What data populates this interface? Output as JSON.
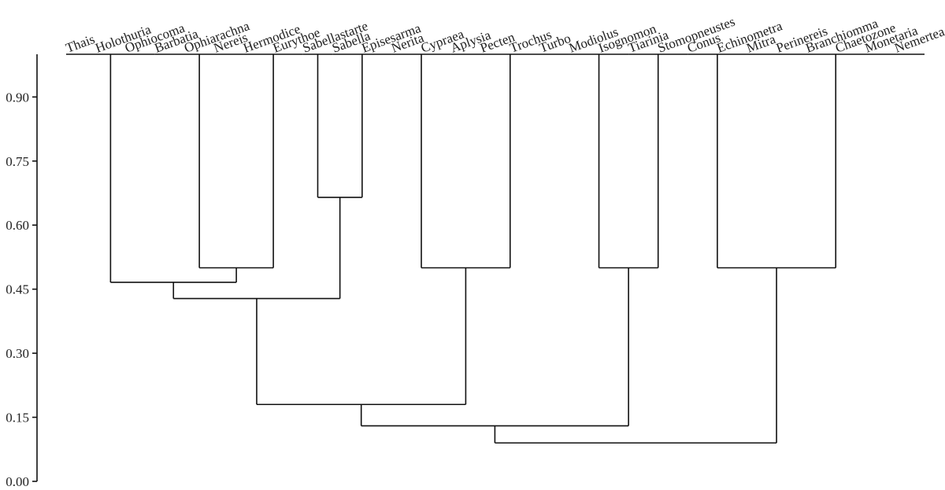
{
  "chart_data": {
    "type": "dendrogram",
    "title": "",
    "xlabel": "",
    "ylabel": "",
    "ylim": [
      0.0,
      1.0
    ],
    "yticks": [
      "0.00",
      "0.15",
      "0.30",
      "0.45",
      "0.60",
      "0.75",
      "0.90"
    ],
    "leaves": [
      "Thais",
      "Holothuria",
      "Ophiocoma",
      "Barbatia",
      "Ophiarachna",
      "Nereis",
      "Hermodice",
      "Eurythoe",
      "Sabellastarte",
      "Sabella",
      "Episesarma",
      "Nerita",
      "Cypraea",
      "Aplysia",
      "Pecten",
      "Trochus",
      "Turbo",
      "Modiolus",
      "Isognomon",
      "Tiarinia",
      "Stomopneustes",
      "Conus",
      "Echinometra",
      "Mitra",
      "Perinereis",
      "Branchiomma",
      "Chaetozone",
      "Monetaria",
      "Nemertea"
    ],
    "clusters": [
      {
        "name": "A",
        "members": [
          "Thais",
          "Holothuria",
          "Ophiocoma"
        ],
        "height": 1.0
      },
      {
        "name": "B",
        "members": [
          "Barbatia",
          "Ophiarachna",
          "Nereis"
        ],
        "height": 1.0
      },
      {
        "name": "C",
        "members": [
          "Hermodice",
          "Eurythoe"
        ],
        "height": 1.0
      },
      {
        "name": "D",
        "members": [
          "Sabellastarte"
        ],
        "height": 1.0
      },
      {
        "name": "E",
        "members": [
          "Sabella",
          "Episesarma"
        ],
        "height": 1.0
      },
      {
        "name": "F",
        "members": [
          "Nerita",
          "Cypraea"
        ],
        "height": 1.0
      },
      {
        "name": "G",
        "members": [
          "Aplysia",
          "Pecten",
          "Trochus",
          "Turbo"
        ],
        "height": 1.0
      },
      {
        "name": "H",
        "members": [
          "Modiolus",
          "Isognomon"
        ],
        "height": 1.0
      },
      {
        "name": "I",
        "members": [
          "Tiarinia",
          "Stomopneustes"
        ],
        "height": 1.0
      },
      {
        "name": "J",
        "members": [
          "Conus",
          "Echinometra"
        ],
        "height": 1.0
      },
      {
        "name": "K",
        "members": [
          "Mitra",
          "Perinereis",
          "Branchiomma",
          "Chaetozone",
          "Monetaria",
          "Nemertea"
        ],
        "height": 1.0
      }
    ],
    "merges": [
      {
        "left": "B",
        "right": "C",
        "height": 0.5,
        "id": "BC"
      },
      {
        "left": "F",
        "right": "G",
        "height": 0.5,
        "id": "FG"
      },
      {
        "left": "H",
        "right": "I",
        "height": 0.5,
        "id": "HI"
      },
      {
        "left": "J",
        "right": "K",
        "height": 0.5,
        "id": "JK"
      },
      {
        "left": "D",
        "right": "E",
        "height": 0.665,
        "id": "DE"
      },
      {
        "left": "A",
        "right": "BC",
        "height": 0.466,
        "id": "ABC"
      },
      {
        "left": "ABC",
        "right": "DE",
        "height": 0.428,
        "id": "ABCDE"
      },
      {
        "left": "ABCDE",
        "right": "FG",
        "height": 0.18,
        "id": "ABCDEFG"
      },
      {
        "left": "ABCDEFG",
        "right": "HI",
        "height": 0.13,
        "id": "ABCDEFGHI"
      },
      {
        "left": "ABCDEFGHI",
        "right": "JK",
        "height": 0.09,
        "id": "ROOT"
      }
    ],
    "grid": false,
    "legend": "none"
  }
}
